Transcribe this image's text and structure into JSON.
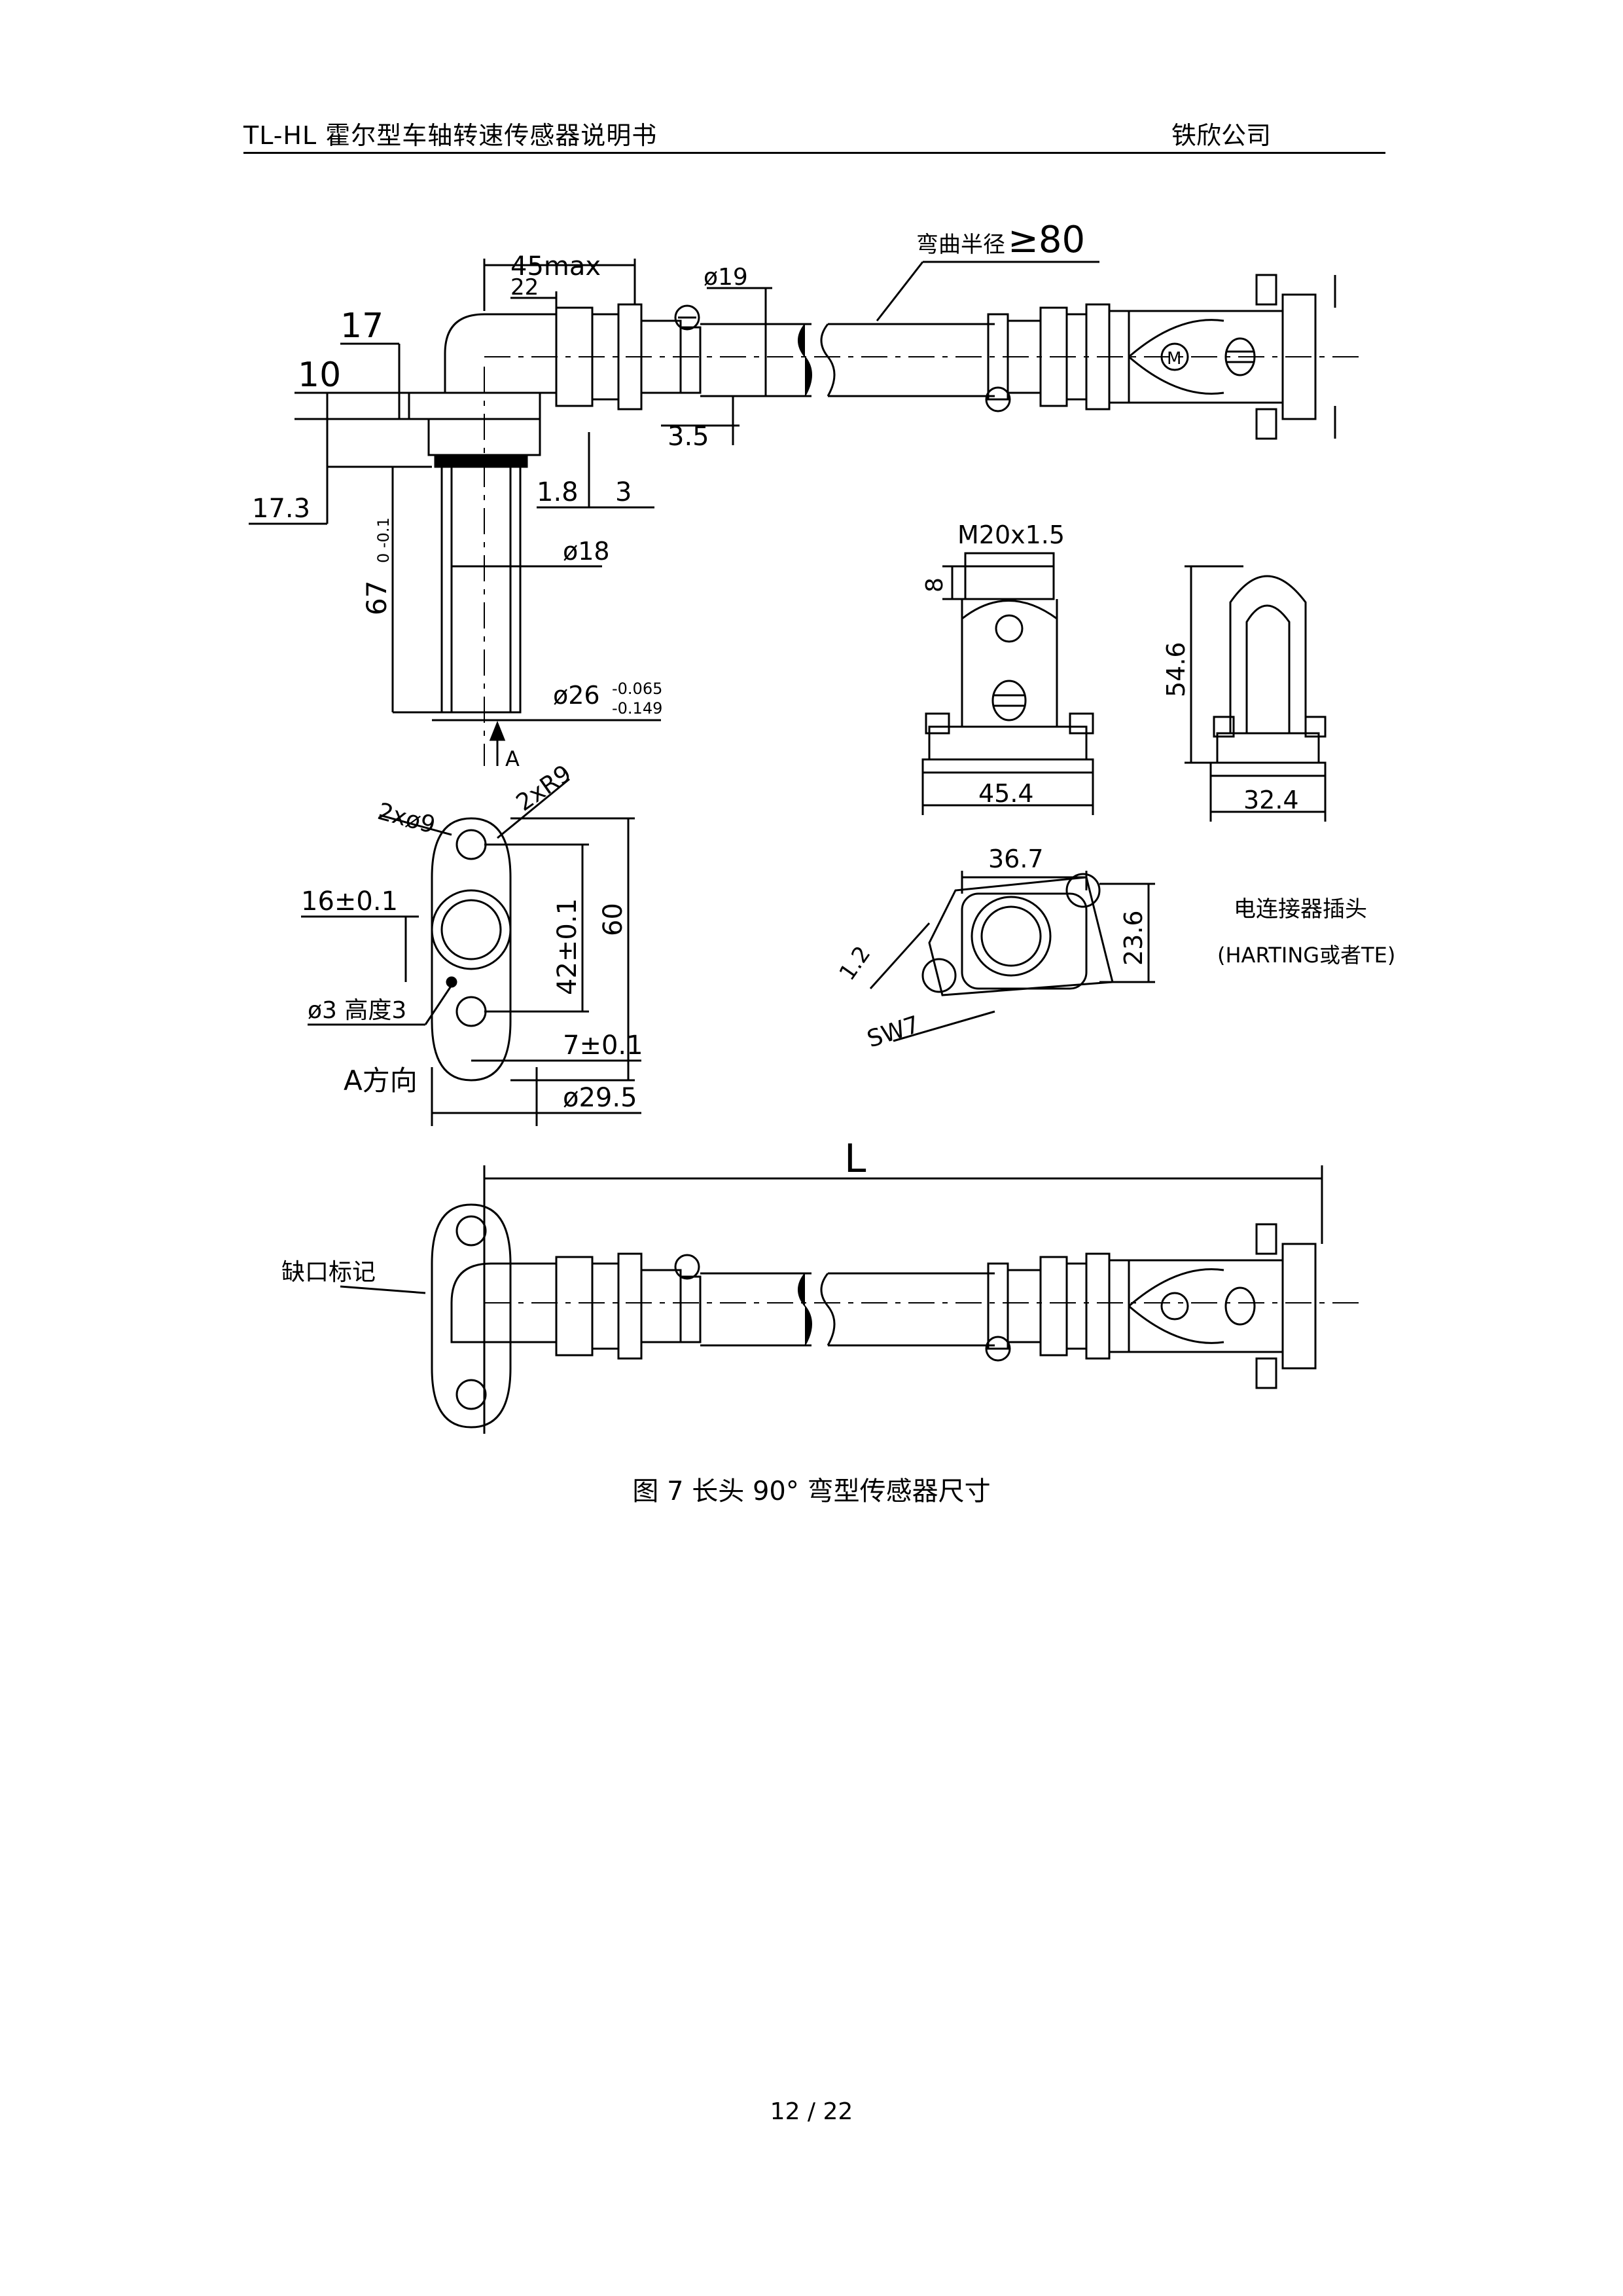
{
  "header": {
    "title": "TL-HL 霍尔型车轴转速传感器说明书",
    "company": "铁欣公司"
  },
  "drawing": {
    "labels": {
      "d45max": "45max",
      "d22": "22",
      "d19": "ø19",
      "bend": "弯曲半径",
      "bend_val": "≥80",
      "d17": "17",
      "d10": "10",
      "d35": "3.5",
      "d18w": "1.8",
      "d3": "3",
      "d173": "17.3",
      "d67": "67",
      "d67tol": "0\n-0.1",
      "phi18": "ø18",
      "phi26": "ø26",
      "phi26_up": "-0.065",
      "phi26_lo": "-0.149",
      "arrowA": "A",
      "holes": "2xø9",
      "radius": "2xR9",
      "d16": "16±0.1",
      "d42": "42±0.1",
      "d60": "60",
      "phi3": "ø3 高度3",
      "d7": "7±0.1",
      "phi295": "ø29.5",
      "viewA": "A方向",
      "m20": "M20x1.5",
      "d8": "8",
      "d546": "54.6",
      "d454": "45.4",
      "d324": "32.4",
      "d367": "36.7",
      "d236": "23.6",
      "d12": "1.2",
      "sw7": "SW7",
      "connector": "电连接器插头",
      "connector_type": "(HARTING或者TE)",
      "dL": "L",
      "notch": "缺口标记"
    }
  },
  "caption": "图 7 长头 90° 弯型传感器尺寸",
  "page": "12 / 22"
}
